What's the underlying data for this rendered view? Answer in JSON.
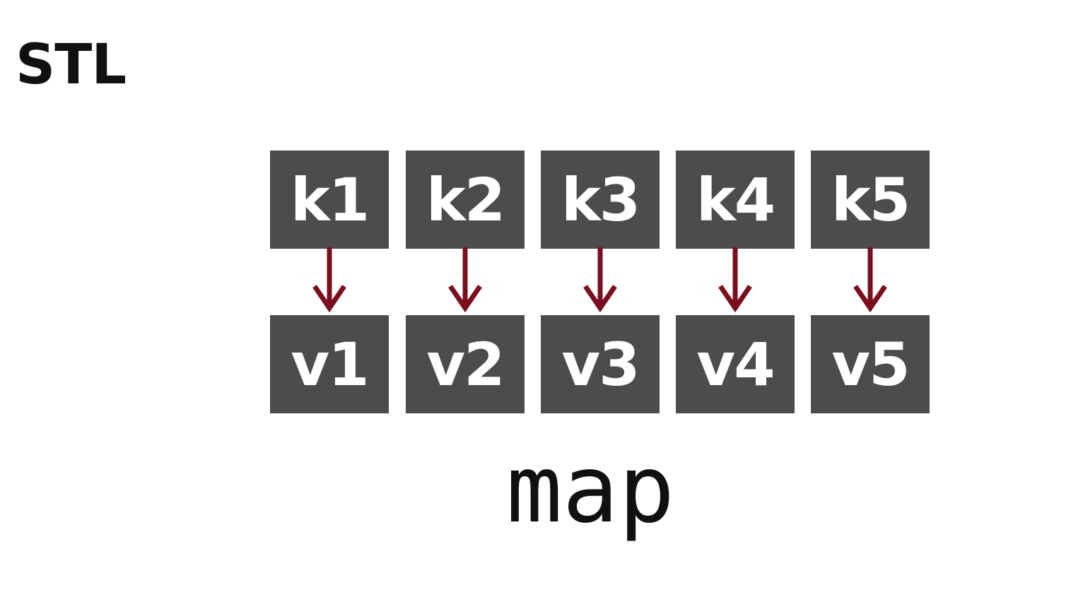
{
  "title": "STL",
  "caption": "map",
  "colors": {
    "box_fill": "#4c4c4e",
    "box_text": "#ffffff",
    "arrow": "#7a0f1f",
    "text": "#111111"
  },
  "pairs": [
    {
      "key": "k1",
      "value": "v1"
    },
    {
      "key": "k2",
      "value": "v2"
    },
    {
      "key": "k3",
      "value": "v3"
    },
    {
      "key": "k4",
      "value": "v4"
    },
    {
      "key": "k5",
      "value": "v5"
    }
  ]
}
